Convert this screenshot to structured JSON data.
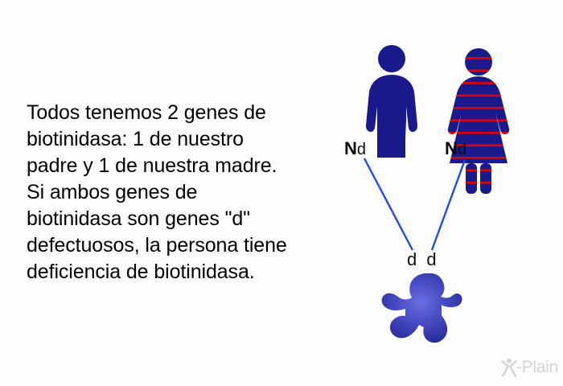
{
  "page": {
    "background_color": "#fdfdfd",
    "text_color": "#000000"
  },
  "caption": {
    "text": "Todos tenemos 2 genes de biotinidasa: 1 de nuestro padre y 1 de nuestra madre. Si ambos genes de biotinidasa son genes \"d\" defectuosos, la persona tiene deficiencia de biotinidasa.",
    "lines": [
      "Todos tenemos 2 genes",
      "de biotinidasa: 1 de",
      "nuestro padre y 1 de",
      "nuestra madre. Si ambos",
      "genes de biotinidasa son",
      "genes \"d\" defectuosos, la",
      "persona tiene deficiencia",
      "de biotinidasa."
    ]
  },
  "diagram": {
    "father": {
      "icon": "male-figure-icon",
      "fill_color": "#1a1a8c",
      "genotype_dominant": "N",
      "genotype_recessive": "d"
    },
    "mother": {
      "icon": "female-figure-icon",
      "fill_color": "#1a1a8c",
      "stripe_color": "#e00000",
      "genotype_dominant": "N",
      "genotype_recessive": "d"
    },
    "child": {
      "icon": "baby-figure-icon",
      "gradient_center_color": "#5b5fd4",
      "gradient_edge_color": "#2b2f9e",
      "genotype": "d d"
    },
    "inheritance_lines": {
      "color": "#1b4ee8",
      "width": 2
    }
  },
  "logo": {
    "mark": "stick-figure-x-icon",
    "text": "-Plain",
    "full_text": "X-Plain",
    "color": "#d4d4d4"
  }
}
